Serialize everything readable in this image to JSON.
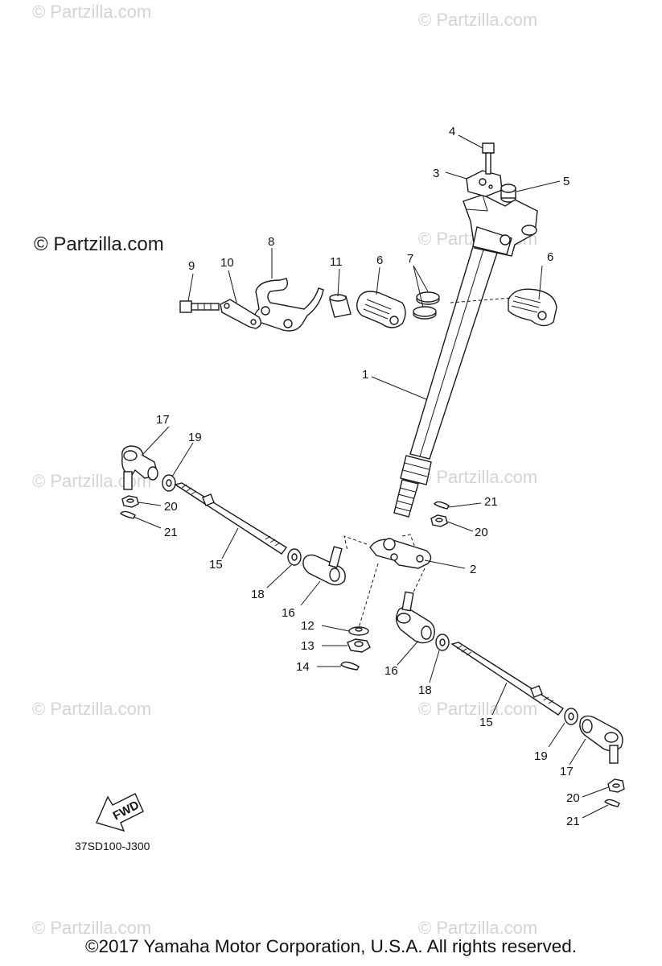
{
  "watermarks": {
    "text": "© Partzilla.com",
    "main_text": "© Partzilla.com"
  },
  "callouts": {
    "p1": "1",
    "p2": "2",
    "p3": "3",
    "p4": "4",
    "p5": "5",
    "p6a": "6",
    "p6b": "6",
    "p7": "7",
    "p8": "8",
    "p9": "9",
    "p10": "10",
    "p11": "11",
    "p12": "12",
    "p13": "13",
    "p14": "14",
    "p15a": "15",
    "p15b": "15",
    "p16a": "16",
    "p16b": "16",
    "p17a": "17",
    "p17b": "17",
    "p18a": "18",
    "p18b": "18",
    "p19a": "19",
    "p19b": "19",
    "p20a": "20",
    "p20b": "20",
    "p20c": "20",
    "p21a": "21",
    "p21b": "21",
    "p21c": "21"
  },
  "fwd_label": "FWD",
  "reference_code": "37SD100-J300",
  "copyright": "©2017 Yamaha Motor Corporation, U.S.A. All rights reserved."
}
